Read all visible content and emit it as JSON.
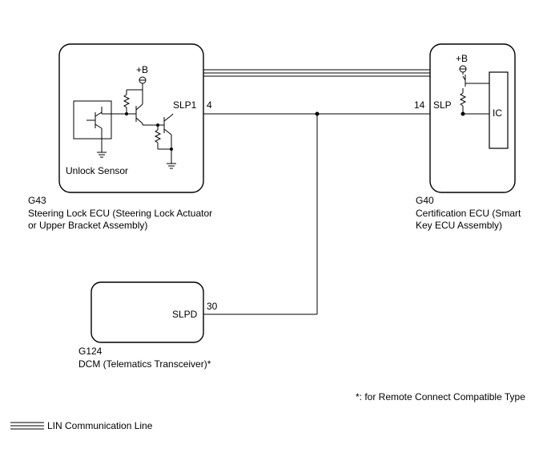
{
  "components": {
    "steering_ecu": {
      "code": "G43",
      "name_line1": "Steering Lock ECU (Steering Lock Actuator",
      "name_line2": "or Upper Bracket Assembly)",
      "sensor_label": "Unlock Sensor",
      "supply_label": "+B",
      "terminal_label": "SLP1",
      "terminal_pin": "4"
    },
    "certification_ecu": {
      "code": "G40",
      "name_line1": "Certification ECU (Smart",
      "name_line2": "Key ECU Assembly)",
      "supply_label": "+B",
      "ic_label": "IC",
      "terminal_label": "SLP",
      "terminal_pin": "14"
    },
    "dcm": {
      "code": "G124",
      "name_line1": "DCM (Telematics Transceiver)*",
      "terminal_label": "SLPD",
      "terminal_pin": "30"
    }
  },
  "footnote": "*: for Remote Connect Compatible Type",
  "legend": {
    "lin_line_label": "LIN Communication Line"
  }
}
